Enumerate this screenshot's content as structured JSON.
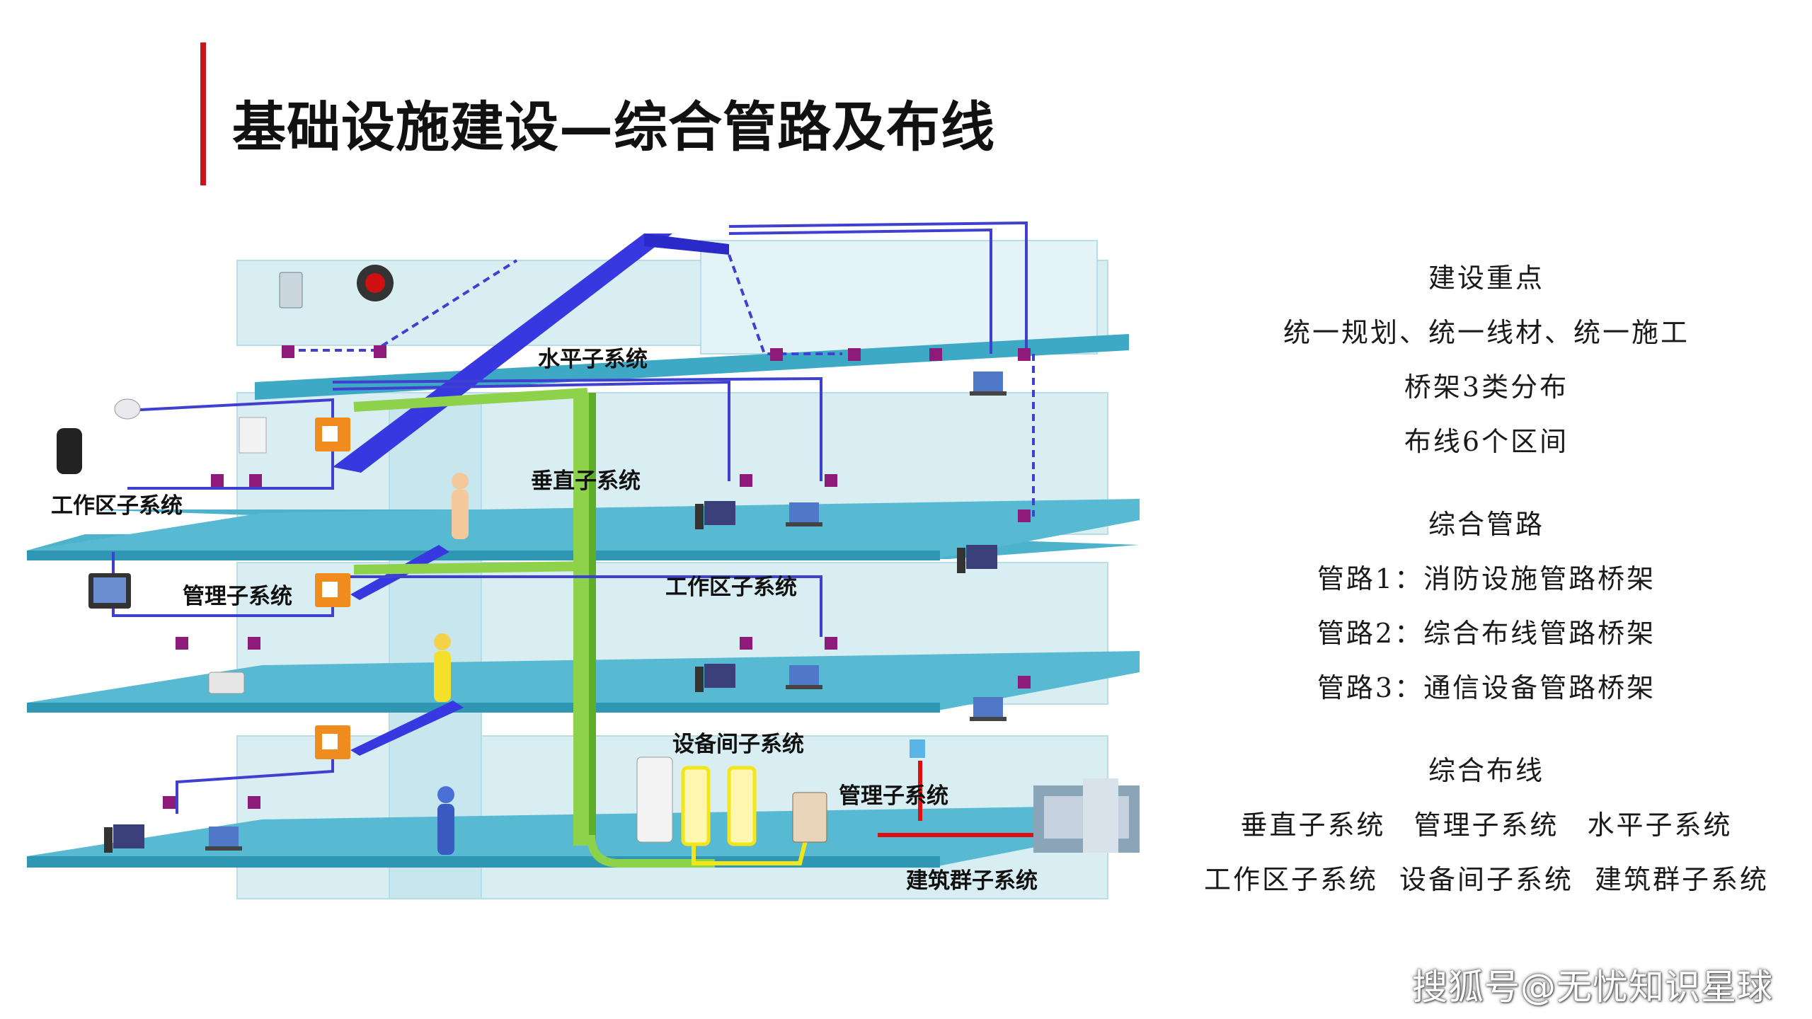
{
  "title": "基础设施建设—综合管路及布线",
  "accent_color": "#c8161d",
  "diagram": {
    "labels": {
      "horizontal": "水平子系统",
      "vertical": "垂直子系统",
      "work_area_top": "工作区子系统",
      "work_area_mid": "工作区子系统",
      "management_mid": "管理子系统",
      "equipment_room": "设备间子系统",
      "management_low": "管理子系统",
      "building_group": "建筑群子系统"
    },
    "colors": {
      "floor": "#4db3cc",
      "wall": "#d9eef3",
      "cable": "#3f3fd0",
      "vertical_trunk": "#8ed14a",
      "tray": "#3838e0",
      "outlet": "#8e1a7a",
      "panel": "#f08c1e",
      "link_red": "#e01010"
    },
    "icons": [
      "speaker-icon",
      "alarm-siren-icon",
      "dome-camera-icon",
      "cylinder-speaker-icon",
      "wall-box-icon",
      "person-icon",
      "desktop-computer-icon",
      "laptop-icon",
      "telephone-icon",
      "monitor-icon",
      "ups-cabinet-icon",
      "server-rack-icon",
      "network-cabinet-icon",
      "building-icon"
    ]
  },
  "right_panel": {
    "key_points": {
      "heading": "建设重点",
      "items": [
        "统一规划、统一线材、统一施工",
        "桥架3类分布",
        "布线6个区间"
      ]
    },
    "pipelines": {
      "heading": "综合管路",
      "items": [
        "管路1：消防设施管路桥架",
        "管路2：综合布线管路桥架",
        "管路3：通信设备管路桥架"
      ]
    },
    "cabling": {
      "heading": "综合布线",
      "row1": [
        "垂直子系统",
        "管理子系统",
        "水平子系统"
      ],
      "row2": [
        "工作区子系统",
        "设备间子系统",
        "建筑群子系统"
      ]
    }
  },
  "watermark": "搜狐号@无忧知识星球"
}
